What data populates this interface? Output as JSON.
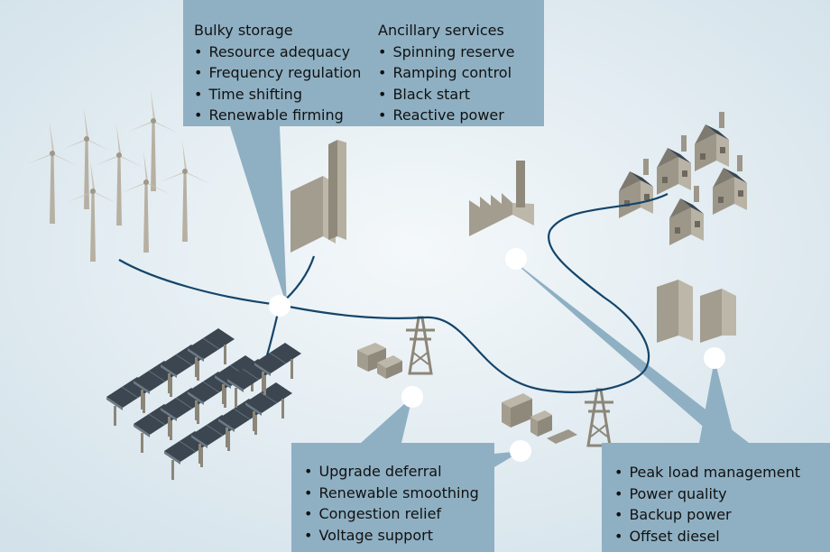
{
  "top_box": {
    "left": {
      "heading": "Bulky storage",
      "items": [
        "Resource adequacy",
        "Frequency regulation",
        "Time shifting",
        "Renewable firming"
      ]
    },
    "right": {
      "heading": "Ancillary services",
      "items": [
        "Spinning reserve",
        "Ramping control",
        "Black start",
        "Reactive power"
      ]
    }
  },
  "middle_box": {
    "items": [
      "Upgrade deferral",
      "Renewable smoothing",
      "Congestion relief",
      "Voltage support"
    ]
  },
  "right_box": {
    "items": [
      "Peak load management",
      "Power quality",
      "Backup power",
      "Offset diesel"
    ]
  },
  "colors": {
    "background": "#e4eef3",
    "callout": "#8fb0c3",
    "grid_line": "#15456a",
    "building": "#a39d8f",
    "solar_panel": "#3b4650"
  }
}
